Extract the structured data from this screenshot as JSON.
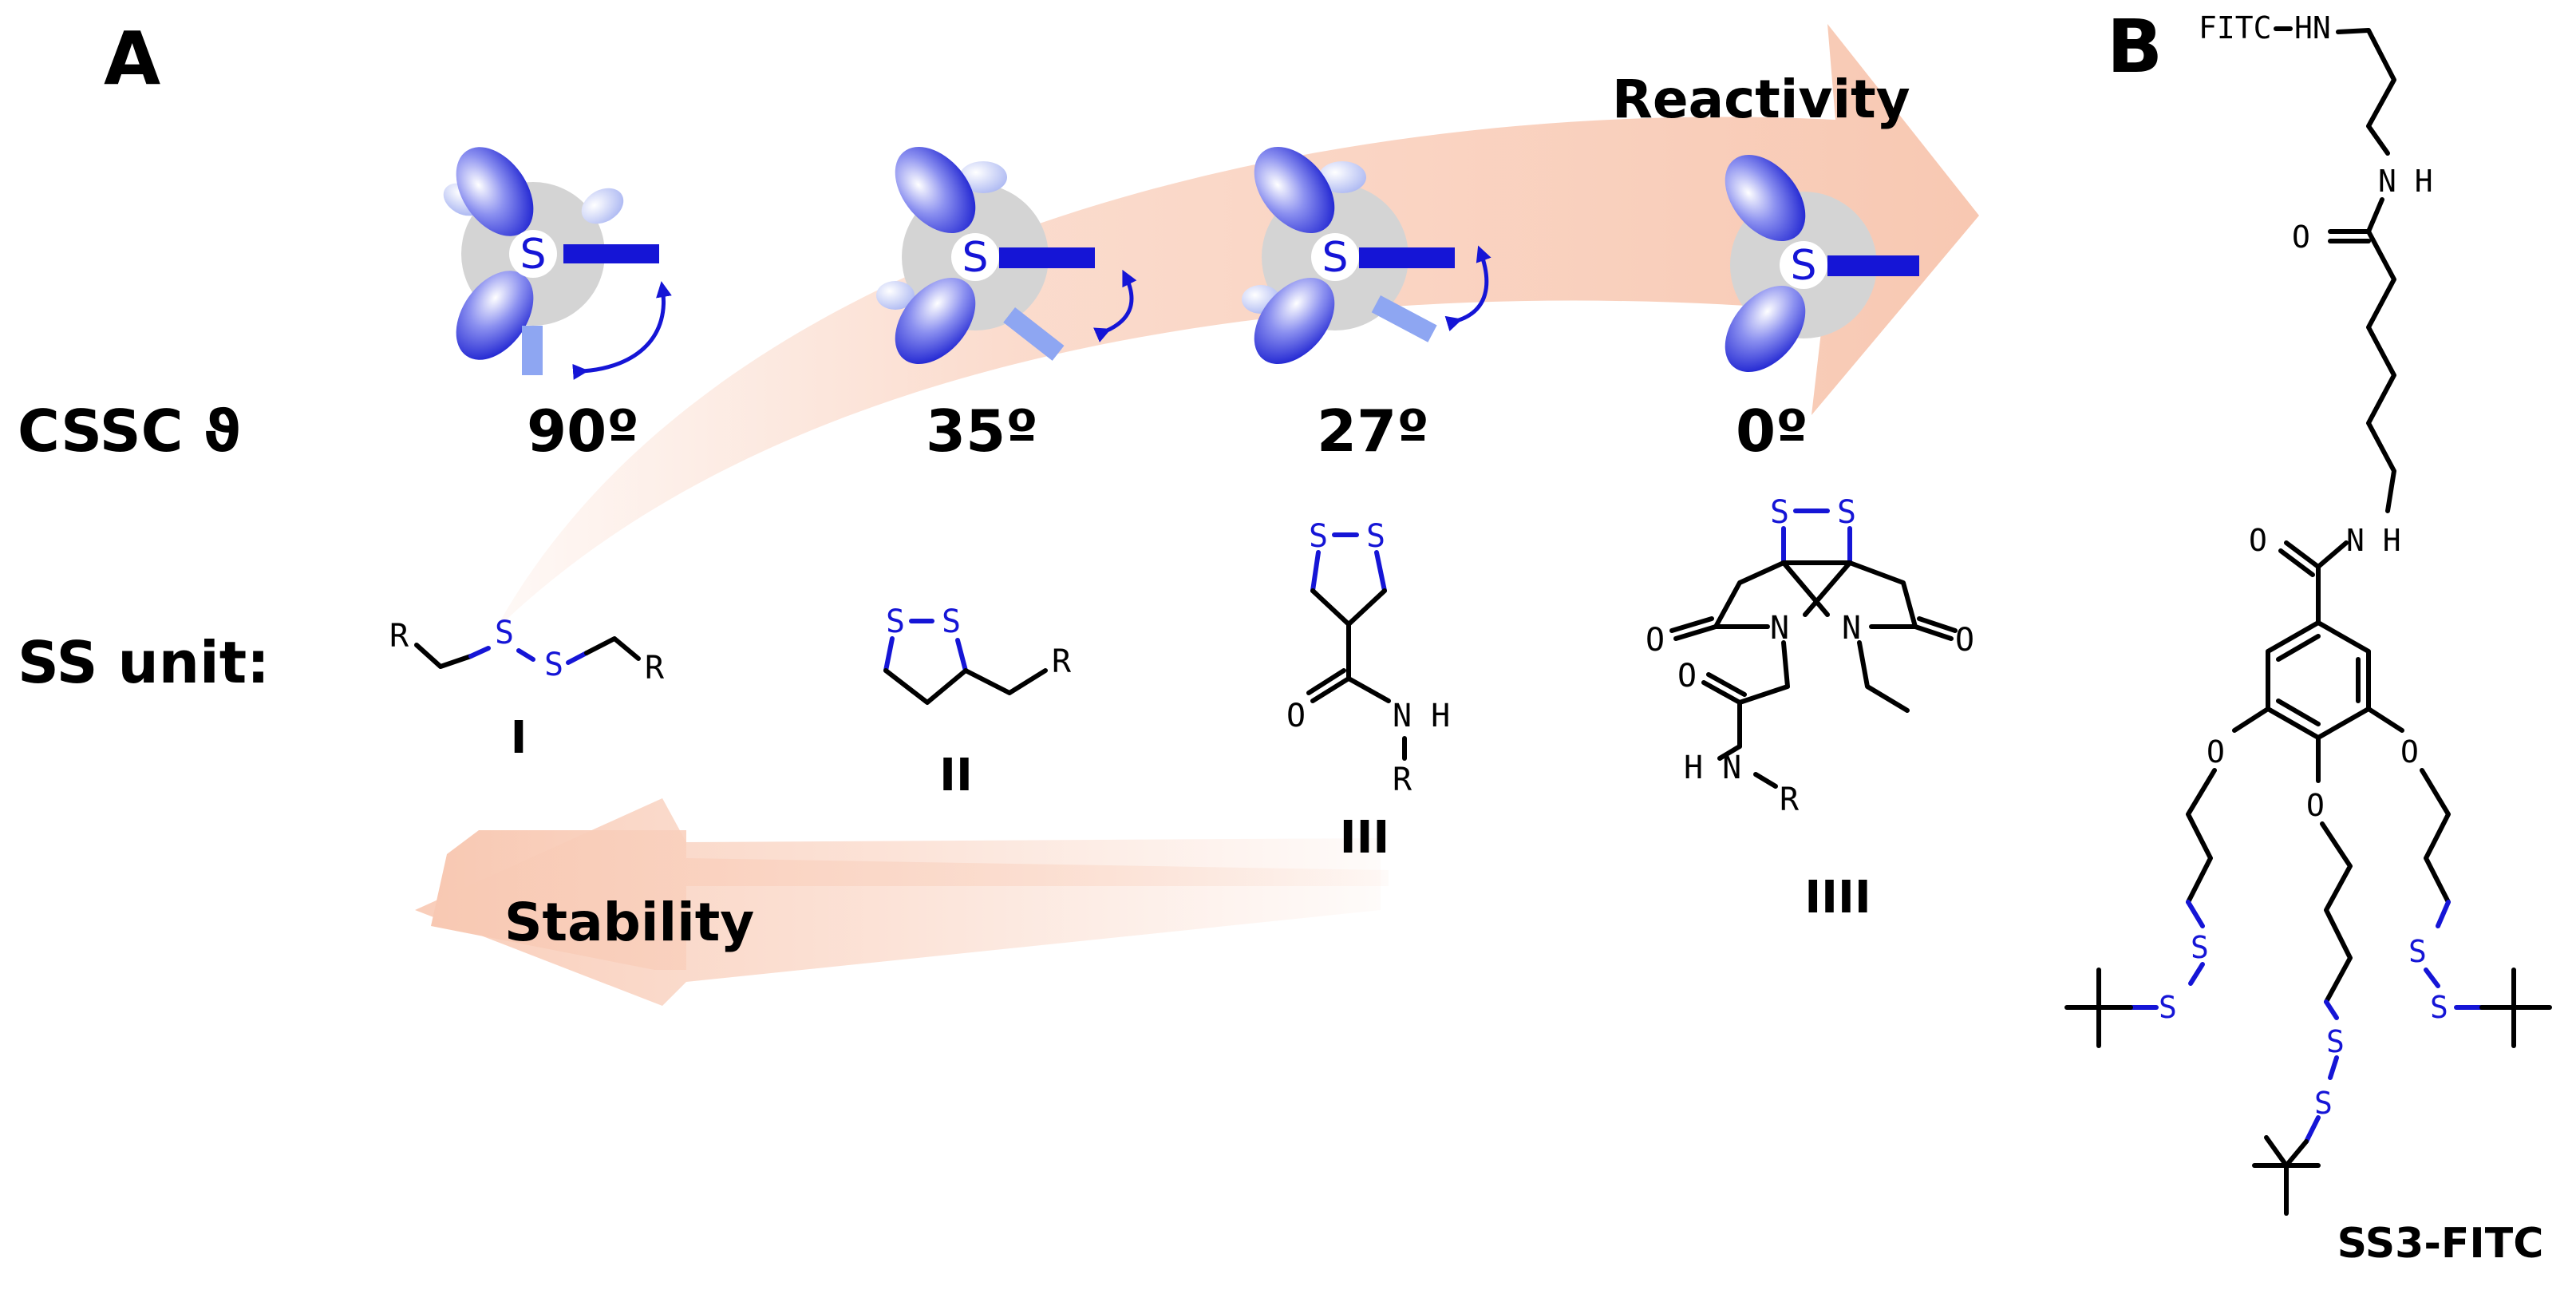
{
  "panel_a": {
    "label": "A",
    "reactivity_label": "Reactivity",
    "stability_label": "Stability",
    "angle_row_label": "CSSC ϑ",
    "ss_row_label": "SS unit:",
    "columns": [
      {
        "angle": "90º",
        "numeral": "I",
        "sulfur": "S"
      },
      {
        "angle": "35º",
        "numeral": "II",
        "sulfur": "S"
      },
      {
        "angle": "27º",
        "numeral": "III",
        "sulfur": "S"
      },
      {
        "angle": "0º",
        "numeral": "IIII",
        "sulfur": "S"
      }
    ],
    "atoms": {
      "r": "R",
      "s": "S",
      "o": "O",
      "n": "N",
      "nh": "N H",
      "hn": "H N"
    }
  },
  "panel_b": {
    "label": "B",
    "compound_name": "SS3-FITC",
    "fitc_label": "FITC",
    "hn_label": "HN",
    "nh_label": "N H",
    "o_label": "O",
    "s_label": "S"
  },
  "colors": {
    "sulfur_blue": "#1515d6",
    "arrow_peach": "#fad5c4",
    "orbital_gray": "#d4d4d4",
    "faded_bond": "#8ea6f2"
  }
}
